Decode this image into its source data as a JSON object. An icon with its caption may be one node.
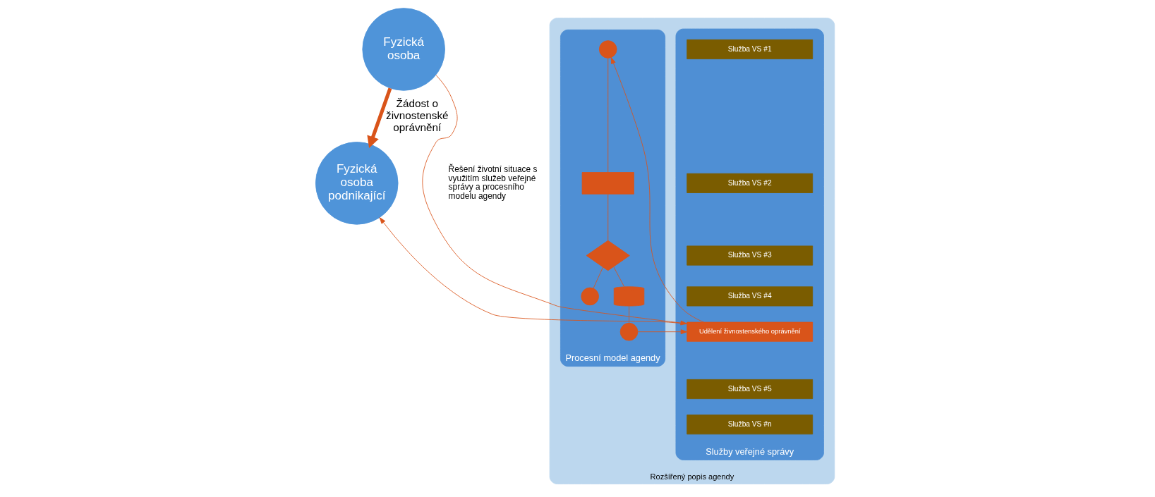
{
  "diagram": {
    "nodes": [
      {
        "text": [
          "Fyzická osoba"
        ]
      },
      {
        "text": [
          "Fyzická osoba podnikající"
        ]
      },
      {
        "text": [
          "Rozšířený popis agendy"
        ]
      },
      {
        "text": [
          "Služby veřejné správy"
        ],
        "in": 2
      },
      {
        "text": [
          "Služba VS #1"
        ],
        "in": 3
      },
      {
        "text": [
          "Služba VS #2"
        ],
        "in": 3
      },
      {
        "text": [
          "Služba VS #3"
        ],
        "in": 3
      },
      {
        "text": [
          "Služba VS #4"
        ],
        "in": 3
      },
      {
        "text": [
          "Udělení živnostenského oprávnění"
        ],
        "in": 3
      },
      {
        "text": [
          "Služba VS #5"
        ],
        "in": 3
      },
      {
        "text": [
          "Služba VS #n"
        ],
        "in": 3
      },
      {
        "text": [
          "Procesní model agendy"
        ],
        "in": 2
      },
      {
        "text": [],
        "shape": "circle",
        "in": 11
      },
      {
        "text": [],
        "shape": "box",
        "in": 11
      },
      {
        "text": [],
        "shape": "diamond",
        "in": 11
      },
      {
        "text": [],
        "shape": "circle",
        "in": 11
      },
      {
        "text": [],
        "shape": "cylinder",
        "in": 11
      },
      {
        "text": [],
        "shape": "circle",
        "in": 11
      }
    ],
    "edges": [
      {
        "from": 0,
        "to": 1,
        "arrow": "to",
        "label": "Žádost o živnostenské oprávnění",
        "style": "thick"
      },
      {
        "from": 0,
        "to": 8,
        "arrow": "to"
      },
      {
        "from": 8,
        "to": 1,
        "arrow": "to"
      },
      {
        "from": 8,
        "to": 12,
        "arrow": "to"
      },
      {
        "from": 17,
        "to": 8,
        "arrow": "to"
      },
      {
        "from": 12,
        "to": 13,
        "arrow": "none"
      },
      {
        "from": 13,
        "to": 14,
        "arrow": "none"
      },
      {
        "from": 14,
        "to": 15,
        "arrow": "none"
      },
      {
        "from": 14,
        "to": 16,
        "arrow": "none"
      },
      {
        "from": 16,
        "to": 17,
        "arrow": "none"
      }
    ],
    "labels": [
      "Řešení životní situace s využitím služeb veřejné správy a procesního modelu agendy"
    ]
  }
}
